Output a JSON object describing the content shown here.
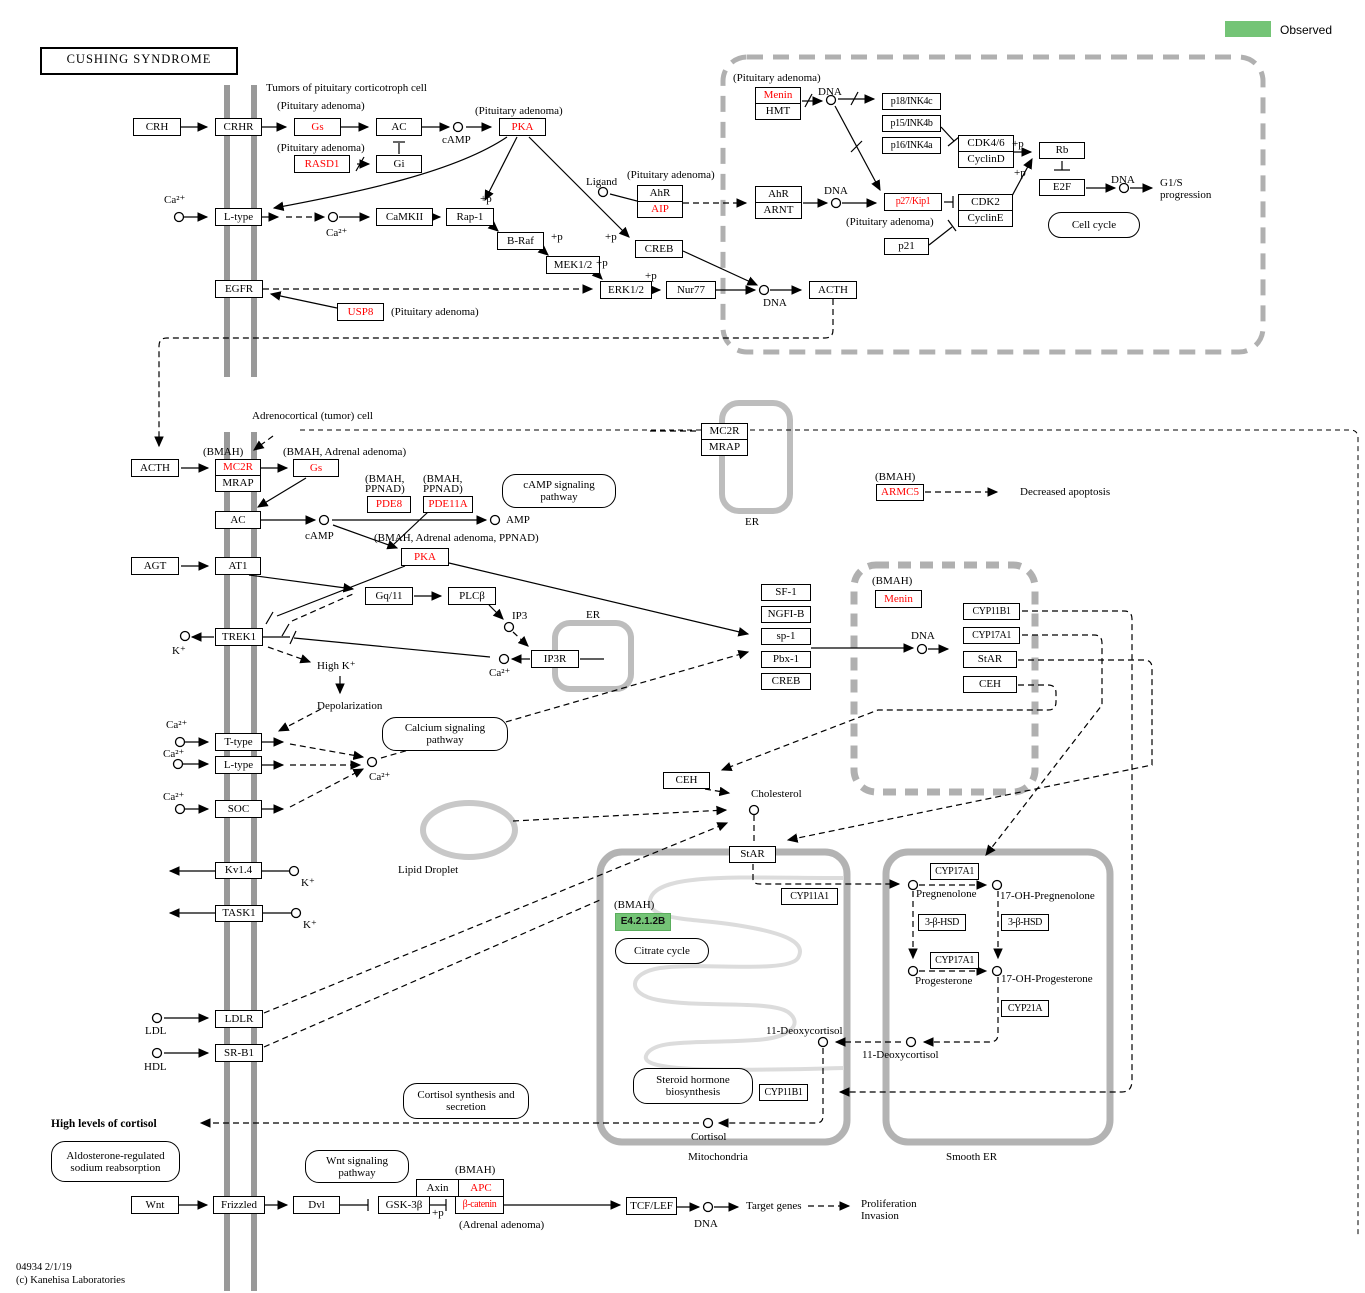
{
  "title": "CUSHING  SYNDROME",
  "legend": {
    "observed": "Observed"
  },
  "footer": {
    "l1": "04934 2/1/19",
    "l2": "(c) Kanehisa Laboratories"
  },
  "colors": {
    "mutated_gene_text": "#ff0000",
    "observed_fill": "#74c476",
    "membrane": "#999999",
    "organelle_outline": "#b3b3b3"
  },
  "ann": {
    "tumors": "Tumors of pituitary corticotroph cell",
    "pituitary_adenoma": "(Pituitary adenoma)",
    "adrenocortical": "Adrenocortical (tumor) cell",
    "bmah": "(BMAH)",
    "bmah_adrenal": "(BMAH, Adrenal adenoma)",
    "bmah_ppnad_1": "(BMAH,",
    "bmah_ppnad_2": "PPNAD)",
    "bmah_all": "(BMAH, Adrenal adenoma, PPNAD)",
    "adrenal_adenoma": "(Adrenal adenoma)",
    "plus_p": "+p",
    "dna": "DNA",
    "ca2": "Ca²⁺",
    "k": "K⁺",
    "camp": "cAMP",
    "amp": "AMP",
    "ip3": "IP3",
    "ligand": "Ligand",
    "er": "ER",
    "high_k": "High K⁺",
    "depolarization": "Depolarization",
    "lipid_droplet": "Lipid Droplet",
    "cholesterol": "Cholesterol",
    "pregnenolone": "Pregnenolone",
    "oh_pregnenolone": "17-OH-Pregnenolone",
    "progesterone": "Progesterone",
    "oh_progesterone": "17-OH-Progesterone",
    "deoxycortisol": "11-Deoxycortisol",
    "cortisol": "Cortisol",
    "mitochondria": "Mitochondria",
    "smooth_er": "Smooth ER",
    "ldl": "LDL",
    "hdl": "HDL",
    "high_cortisol": "High levels of cortisol",
    "target_genes": "Target genes",
    "proliferation": "Proliferation",
    "invasion": "Invasion",
    "decreased_apoptosis": "Decreased apoptosis",
    "g1s": "G1/S",
    "progression": "progression"
  },
  "genes": {
    "crh": "CRH",
    "crhr": "CRHR",
    "gs": "Gs",
    "ac": "AC",
    "pka": "PKA",
    "rasd1": "RASD1",
    "gi": "Gi",
    "ltype": "L-type",
    "camkii": "CaMKII",
    "rap1": "Rap-1",
    "braf": "B-Raf",
    "mek12": "MEK1/2",
    "erk12": "ERK1/2",
    "nur77": "Nur77",
    "creb": "CREB",
    "ahr": "AhR",
    "aip": "AIP",
    "arnt": "ARNT",
    "acth": "ACTH",
    "egfr": "EGFR",
    "usp8": "USP8",
    "menin": "Menin",
    "hmt": "HMT",
    "p18": "p18/INK4c",
    "p15": "p15/INK4b",
    "p16": "p16/INK4a",
    "cdk46": "CDK4/6",
    "cyclind": "CyclinD",
    "rb": "Rb",
    "e2f": "E2F",
    "p27": "p27/Kip1",
    "cdk2": "CDK2",
    "cycline": "CyclinE",
    "p21": "p21",
    "mc2r": "MC2R",
    "mrap": "MRAP",
    "pde8": "PDE8",
    "pde11a": "PDE11A",
    "agt": "AGT",
    "at1": "AT1",
    "gq11": "Gq/11",
    "plcb": "PLCβ",
    "ip3r": "IP3R",
    "trek1": "TREK1",
    "ttype": "T-type",
    "soc": "SOC",
    "kv14": "Kv1.4",
    "task1": "TASK1",
    "sf1": "SF-1",
    "ngfib": "NGFI-B",
    "sp1": "sp-1",
    "pbx1": "Pbx-1",
    "cyp11b1": "CYP11B1",
    "cyp17a1": "CYP17A1",
    "star": "StAR",
    "ceh": "CEH",
    "armc5": "ARMC5",
    "cyp11a1": "CYP11A1",
    "e4212b": "E4.2.1.2B",
    "bhsd": "3-β-HSD",
    "cyp21a": "CYP21A",
    "ldlr": "LDLR",
    "srb1": "SR-B1",
    "wnt": "Wnt",
    "frizzled": "Frizzled",
    "dvl": "Dvl",
    "gsk3b": "GSK-3β",
    "axin": "Axin",
    "apc": "APC",
    "bcatenin": "β-catenin",
    "tcflef": "TCF/LEF"
  },
  "pathways": {
    "camp_signaling": "cAMP signaling pathway",
    "calcium_signaling": "Calcium signaling pathway",
    "cell_cycle": "Cell cycle",
    "citrate_cycle": "Citrate cycle",
    "steroid_biosynthesis": "Steroid hormone biosynthesis",
    "cortisol_secretion": "Cortisol synthesis and secretion",
    "aldosterone_reabsorption": "Aldosterone-regulated sodium reabsorption",
    "wnt_signaling": "Wnt signaling pathway"
  }
}
